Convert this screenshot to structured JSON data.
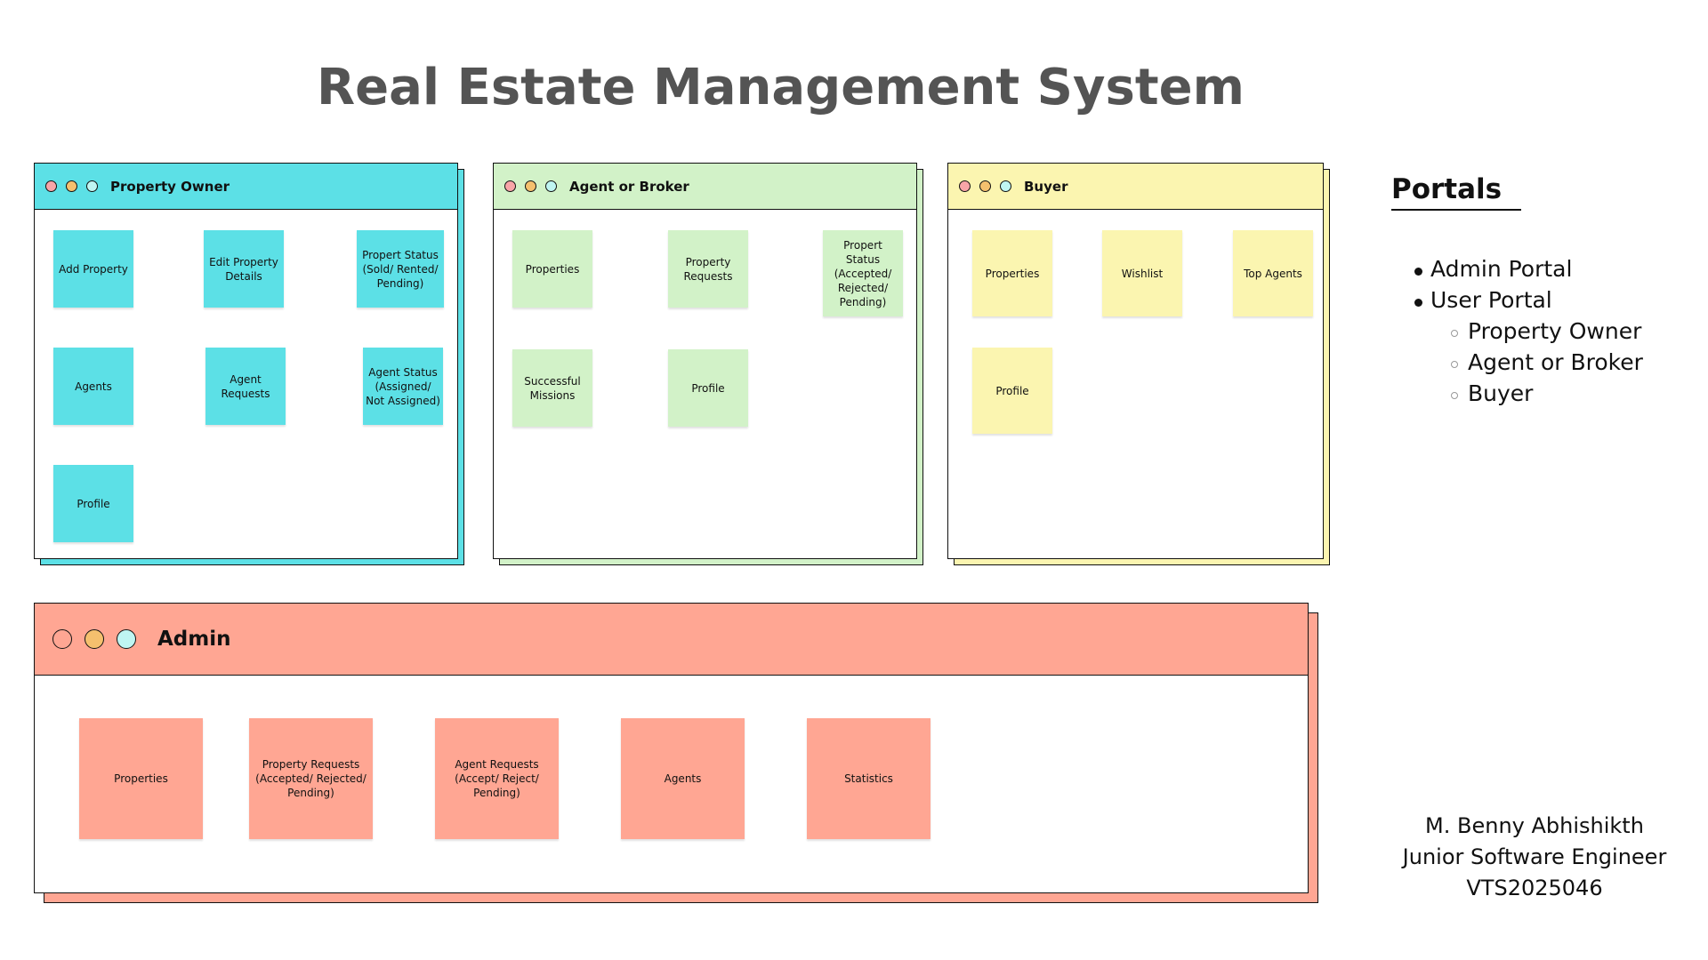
{
  "title": "Real Estate Management System",
  "colors": {
    "owner": "#5ce0e6",
    "agent": "#d2f2c8",
    "buyer": "#fbf5b0",
    "admin": "#ffa693",
    "dot_red": "#f8a5a8",
    "dot_orange": "#f5c06e",
    "dot_cyan": "#bff5f2"
  },
  "owner": {
    "title": "Property Owner",
    "notes": [
      "Add Property",
      "Edit Property Details",
      "Propert Status (Sold/ Rented/ Pending)",
      "Agents",
      "Agent Requests",
      "Agent Status (Assigned/ Not Assigned)",
      "Profile"
    ]
  },
  "agent": {
    "title": "Agent or Broker",
    "notes": [
      "Properties",
      "Property Requests",
      "Propert Status (Accepted/ Rejected/ Pending)",
      "Successful Missions",
      "Profile"
    ]
  },
  "buyer": {
    "title": "Buyer",
    "notes": [
      "Properties",
      "Wishlist",
      "Top Agents",
      "Profile"
    ]
  },
  "admin": {
    "title": "Admin",
    "notes": [
      "Properties",
      "Property Requests (Accepted/ Rejected/ Pending)",
      "Agent Requests (Accept/ Reject/ Pending)",
      "Agents",
      "Statistics"
    ]
  },
  "sidebar": {
    "heading": "Portals",
    "items": [
      "Admin Portal",
      "User Portal"
    ],
    "subitems": [
      "Property Owner",
      "Agent or Broker",
      "Buyer"
    ]
  },
  "author": {
    "name": "M. Benny Abhishikth",
    "role": "Junior Software Engineer",
    "id": "VTS2025046"
  }
}
